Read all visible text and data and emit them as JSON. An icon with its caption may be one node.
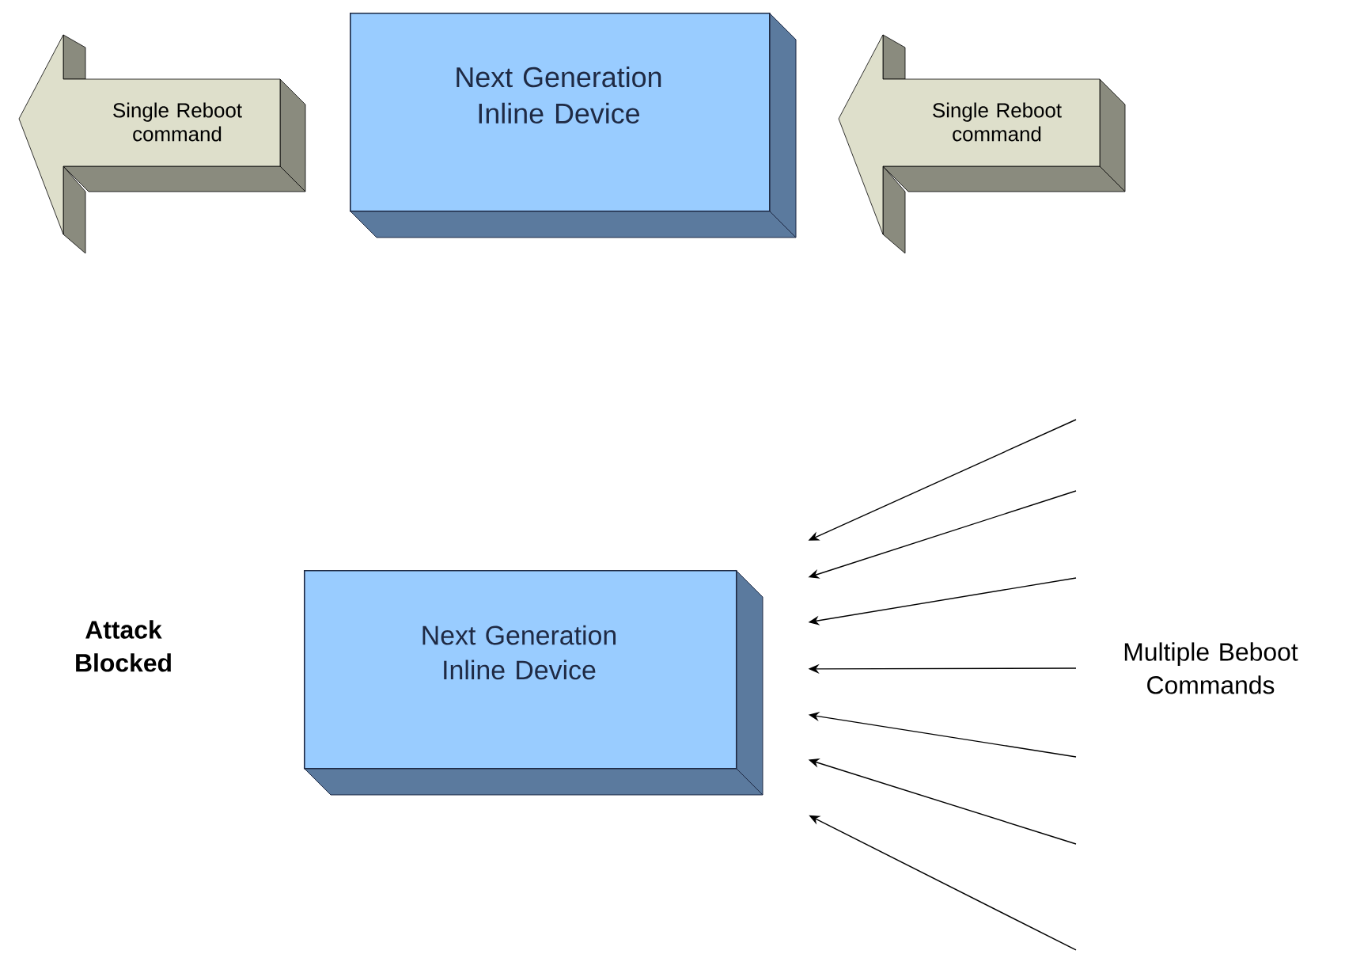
{
  "diagram": {
    "nodes": [
      {
        "text": [
          "Single Reboot command"
        ]
      },
      {
        "text": [
          "Next Generation Inline Device"
        ]
      },
      {
        "text": [
          "Single Reboot command"
        ]
      },
      {
        "text": [
          "Next Generation Inline Device"
        ]
      }
    ],
    "edges": [
      {
        "from": null,
        "to": 3,
        "arrow": "to"
      },
      {
        "from": null,
        "to": 3,
        "arrow": "to"
      },
      {
        "from": null,
        "to": 3,
        "arrow": "to"
      },
      {
        "from": null,
        "to": 3,
        "arrow": "to"
      },
      {
        "from": null,
        "to": 3,
        "arrow": "to"
      },
      {
        "from": null,
        "to": 3,
        "arrow": "to"
      },
      {
        "from": null,
        "to": 3,
        "arrow": "to"
      }
    ],
    "labels": [
      "Attack Blocked",
      "Multiple Beboot Commands"
    ]
  }
}
